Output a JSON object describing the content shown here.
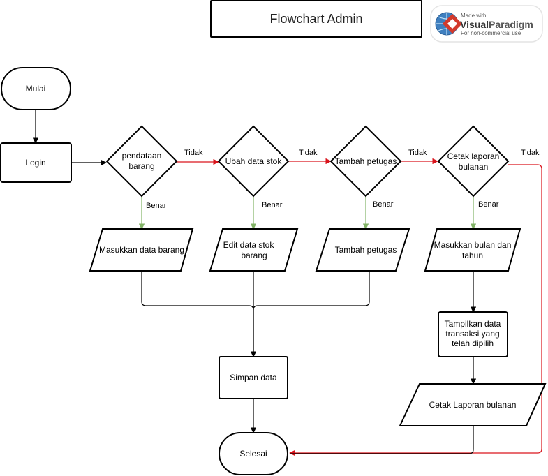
{
  "title": "Flowchart Admin",
  "watermark": {
    "made_with": "Made with",
    "brand_part1": "Visual",
    "brand_part2": "Paradigm",
    "note": "For non-commercial use"
  },
  "colors": {
    "stroke": "#000000",
    "no_edge": "#d9141c",
    "yes_edge": "#82b366"
  },
  "nodes": {
    "start": "Mulai",
    "login": "Login",
    "d1": [
      "pendataan",
      "barang"
    ],
    "d2": [
      "Ubah data stok"
    ],
    "d3": [
      "Tambah petugas"
    ],
    "d4": [
      "Cetak laporan",
      "bulanan"
    ],
    "io1": [
      "Masukkan data barang"
    ],
    "io2": [
      "Edit data stok",
      "barang"
    ],
    "io3": [
      "Tambah petugas"
    ],
    "io4": [
      "Masukkan bulan dan",
      "tahun"
    ],
    "show": [
      "Tampilkan data",
      "transaksi yang",
      "telah dipilih"
    ],
    "save": "Simpan data",
    "print": "Cetak Laporan bulanan",
    "end": "Selesai"
  },
  "edge_labels": {
    "no": "Tidak",
    "yes": "Benar"
  }
}
